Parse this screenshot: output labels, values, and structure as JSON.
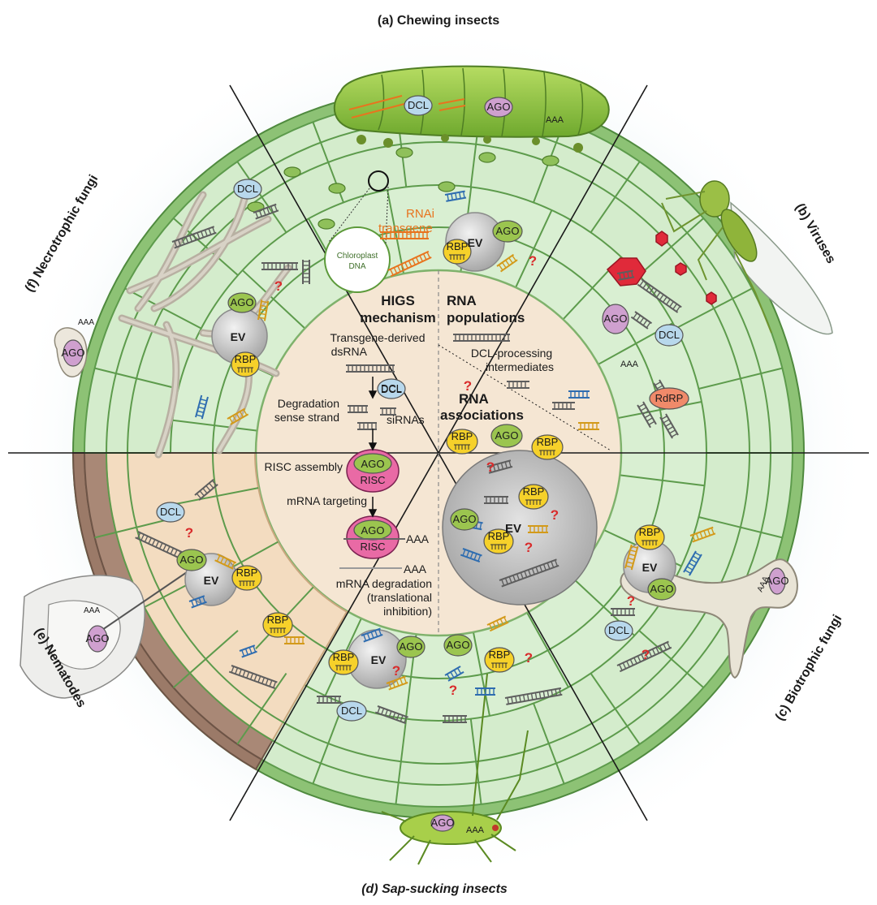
{
  "panels": {
    "a": "(a)  Chewing insects",
    "b": "(b)  Viruses",
    "c": "(c)  Biotrophic fungi",
    "d": "(d)  Sap-sucking insects",
    "e": "(e)  Nematodes",
    "f": "(f)  Necrotrophic fungi"
  },
  "center_left": {
    "title_1": "HIGS",
    "title_2": "mechanism",
    "transgene_1": "Transgene-derived",
    "transgene_2": "dsRNA",
    "dcl": "DCL",
    "degradation_1": "Degradation",
    "degradation_2": "sense strand",
    "sirnas": "siRNAs",
    "risc_assembly": "RISC assembly",
    "ago": "AGO",
    "risc": "RISC",
    "mrna_targeting": "mRNA targeting",
    "aaa": "AAA",
    "mrna_degradation_1": "mRNA degradation",
    "mrna_degradation_2": "(translational",
    "mrna_degradation_3": "inhibition)"
  },
  "center_right": {
    "rna_pop_1": "RNA",
    "rna_pop_2": "populations",
    "dcl_proc_1": "DCL-processing",
    "dcl_proc_2": "intermediates",
    "rna_assoc_1": "RNA",
    "rna_assoc_2": "associations",
    "rbp": "RBP",
    "ago": "AGO",
    "ev": "EV"
  },
  "labels": {
    "dcl": "DCL",
    "ago": "AGO",
    "rbp": "RBP",
    "ev": "EV",
    "aaa": "AAA",
    "rdrp": "RdRP",
    "rnai_1": "RNAi",
    "rnai_2": "transgene",
    "chloro_1": "Chloroplast",
    "chloro_2": "DNA",
    "q": "?"
  },
  "colors": {
    "cell_fill": "#d4eccc",
    "cell_stroke": "#5d9b4c",
    "center_fill": "#f5e6d3",
    "nematode_fill": "#f3dcc0",
    "nematode_wall": "#9b7a68",
    "dcl": "#b8d8ec",
    "ago": "#9bc54f",
    "rbp": "#f6d12a",
    "risc": "#e96aa5",
    "rdrp": "#f08a6a",
    "ev": "#c9c9c9",
    "virus": "#e02a3a",
    "accent_orange": "#e8741e"
  }
}
